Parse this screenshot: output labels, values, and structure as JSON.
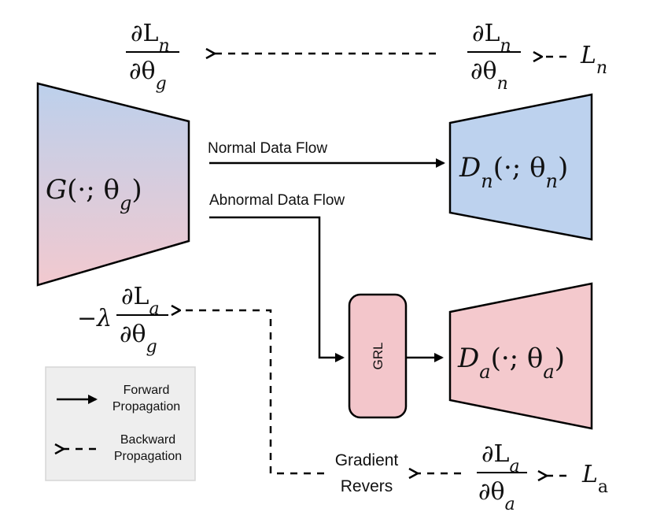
{
  "generator": {
    "label": "G(·; θg)",
    "func": "G",
    "args": "(·; θ",
    "sub": "g",
    "close": ")",
    "fill_top": "#bcd0ec",
    "fill_bottom": "#f2c9cf"
  },
  "normal_discriminator": {
    "label": "Dn(·; θn)",
    "func": "D",
    "func_sub": "n",
    "args": "(·; θ",
    "sub": "n",
    "close": ")",
    "fill": "#bdd2ee"
  },
  "abnormal_discriminator": {
    "label": "Da(·; θa)",
    "func": "D",
    "func_sub": "a",
    "args": "(·; θ",
    "sub": "a",
    "close": ")",
    "fill": "#f4c9cd"
  },
  "grl": {
    "label": "GRL",
    "fill": "#f3c6cb"
  },
  "flows": {
    "normal": "Normal Data Flow",
    "abnormal": "Abnormal Data Flow"
  },
  "gradients": {
    "dLn_dtheta_g": {
      "num": "∂L",
      "num_sub": "n",
      "den": "∂θ",
      "den_sub": "g"
    },
    "dLn_dtheta_n": {
      "num": "∂L",
      "num_sub": "n",
      "den": "∂θ",
      "den_sub": "n"
    },
    "loss_n": {
      "main": "L",
      "sub": "n"
    },
    "neg_lambda": "−λ",
    "dLa_dtheta_g": {
      "num": "∂L",
      "num_sub": "a",
      "den": "∂θ",
      "den_sub": "g"
    },
    "dLa_dtheta_a": {
      "num": "∂L",
      "num_sub": "a",
      "den": "∂θ",
      "den_sub": "a"
    },
    "loss_a": {
      "main": "L",
      "sub": "a"
    }
  },
  "gradient_reverse_label": [
    "Gradient",
    "Revers"
  ],
  "legend": {
    "forward": [
      "Forward",
      "Propagation"
    ],
    "backward": [
      "Backward",
      "Propagation"
    ],
    "background": "#eeeeee"
  }
}
